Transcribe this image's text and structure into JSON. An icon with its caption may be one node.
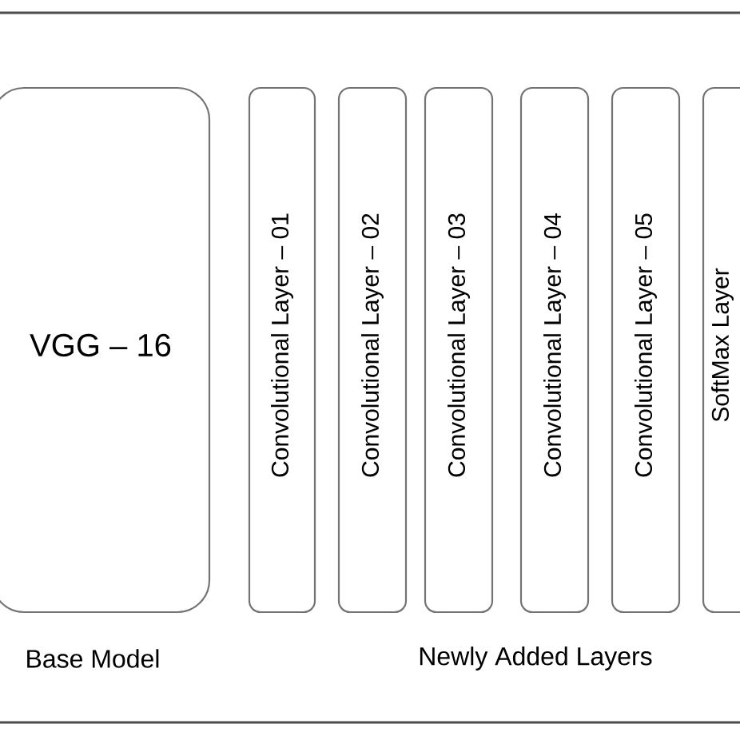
{
  "diagram": {
    "nodes": [
      {
        "text": [
          "VGG – 16"
        ],
        "beside": [
          "Base Model"
        ]
      },
      {
        "text": [
          "Convolutional Layer – 01"
        ]
      },
      {
        "text": [
          "Convolutional Layer – 02"
        ]
      },
      {
        "text": [
          "Convolutional Layer – 03"
        ]
      },
      {
        "text": [
          "Convolutional Layer – 04"
        ]
      },
      {
        "text": [
          "Convolutional Layer – 05"
        ]
      },
      {
        "text": [
          "SoftMax Layer"
        ]
      }
    ],
    "labels": [
      "Newly Added Layers"
    ]
  }
}
